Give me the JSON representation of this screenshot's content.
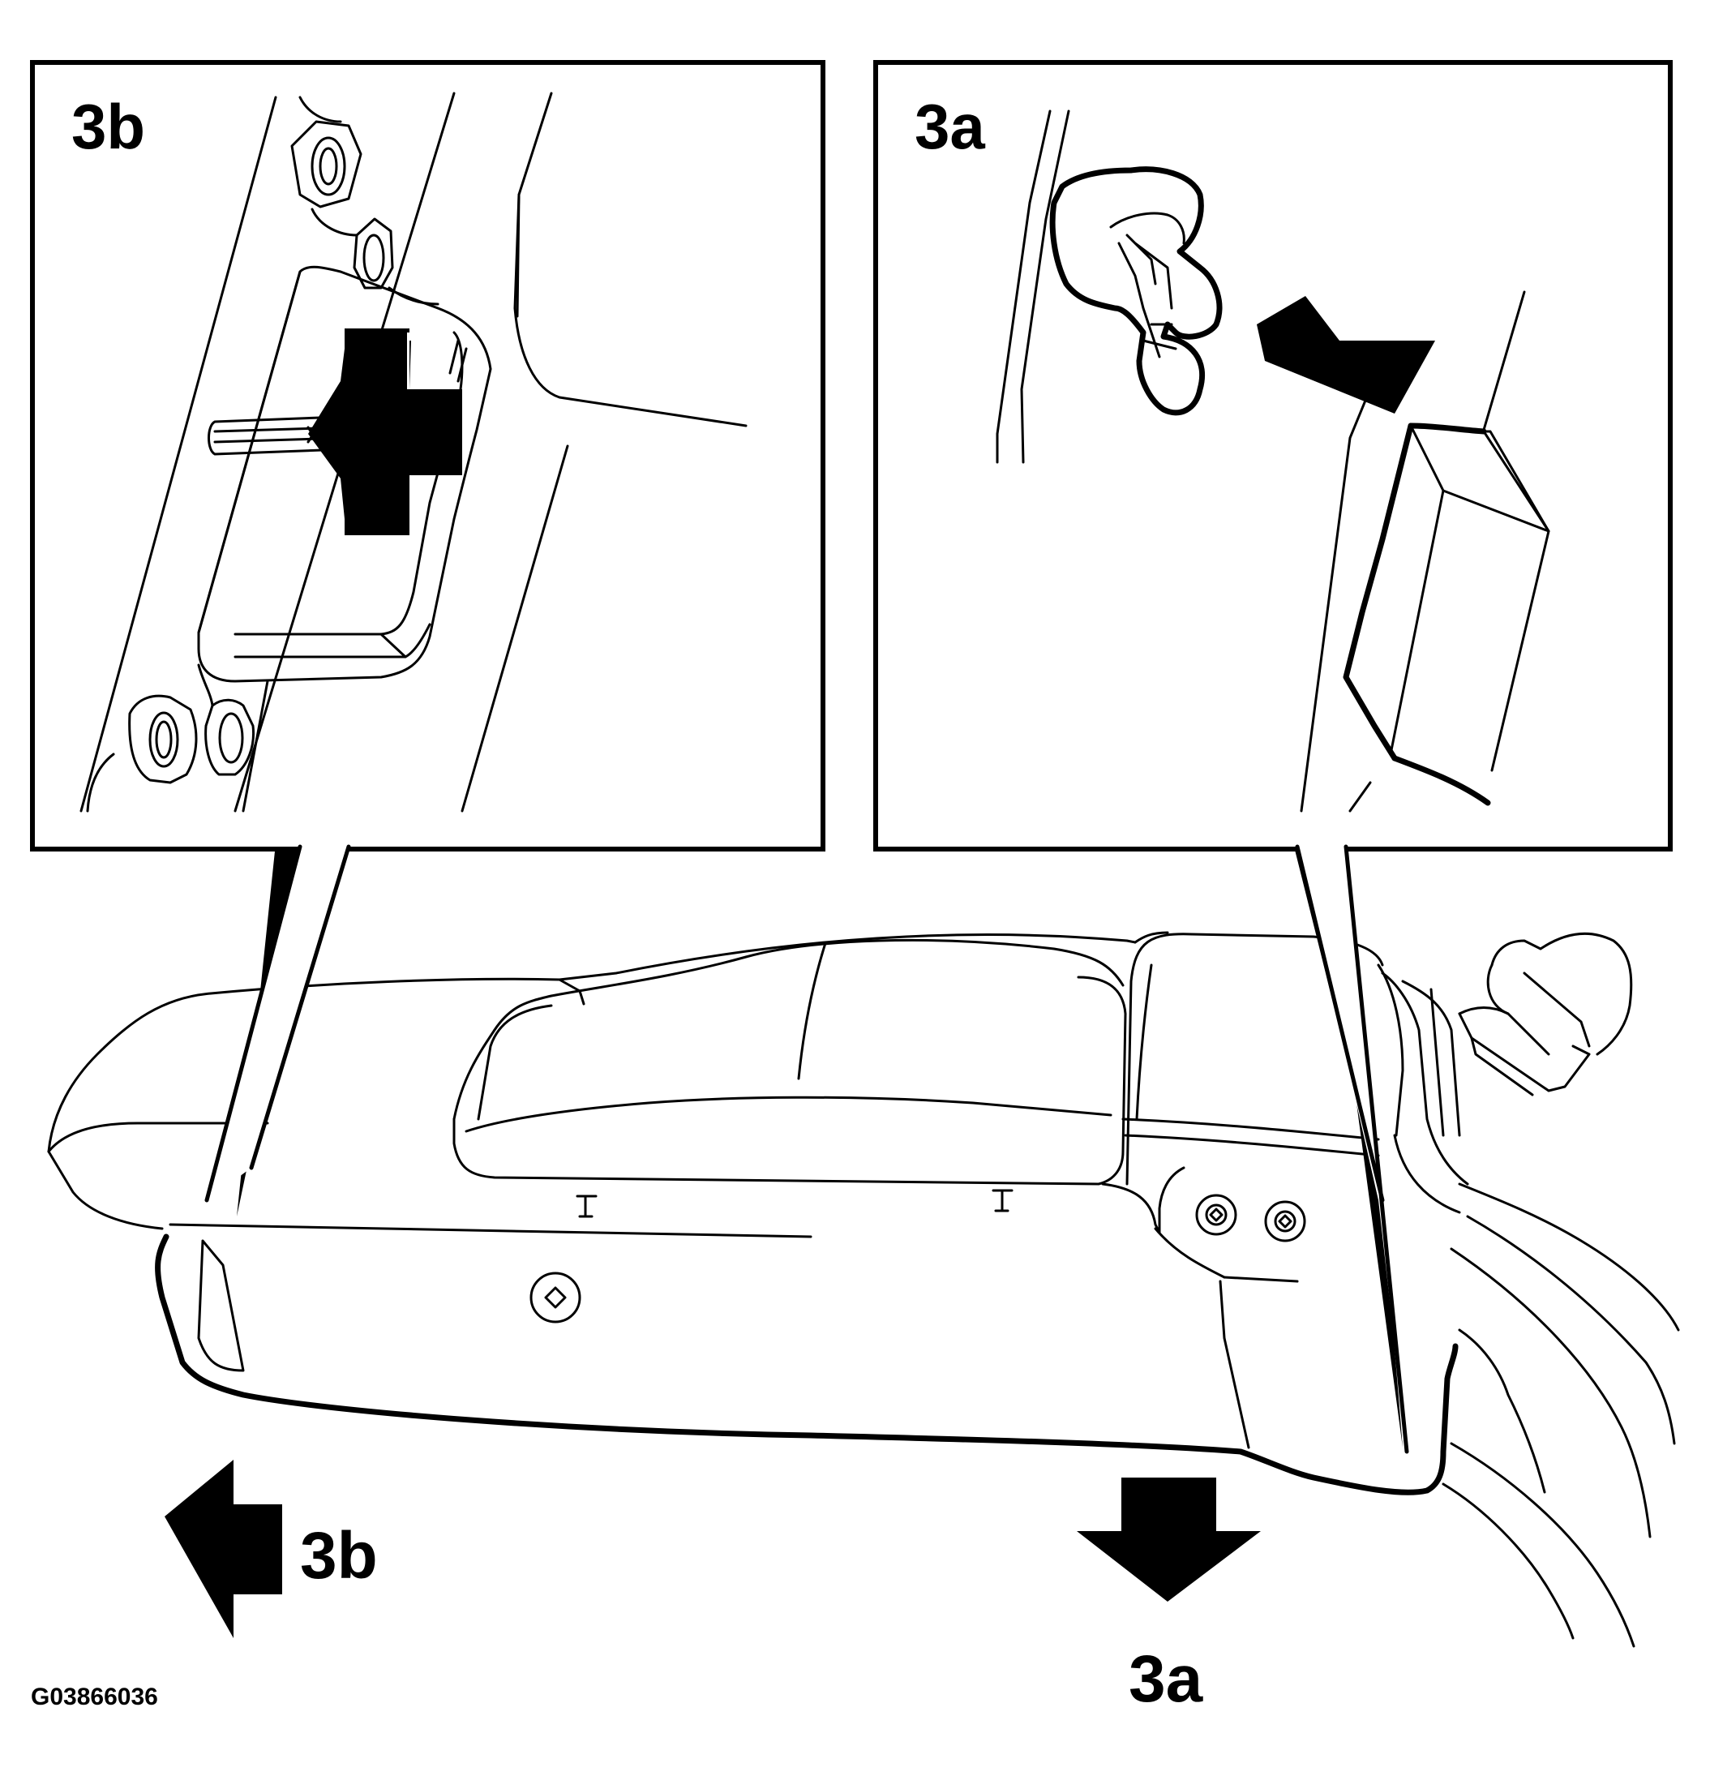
{
  "panels": {
    "detail_3b": {
      "label": "3b"
    },
    "detail_3a": {
      "label": "3a"
    }
  },
  "arrows": {
    "arrow_3b": {
      "label": "3b",
      "direction": "left"
    },
    "arrow_3a": {
      "label": "3a",
      "direction": "down"
    }
  },
  "figure_id": "G03866036"
}
